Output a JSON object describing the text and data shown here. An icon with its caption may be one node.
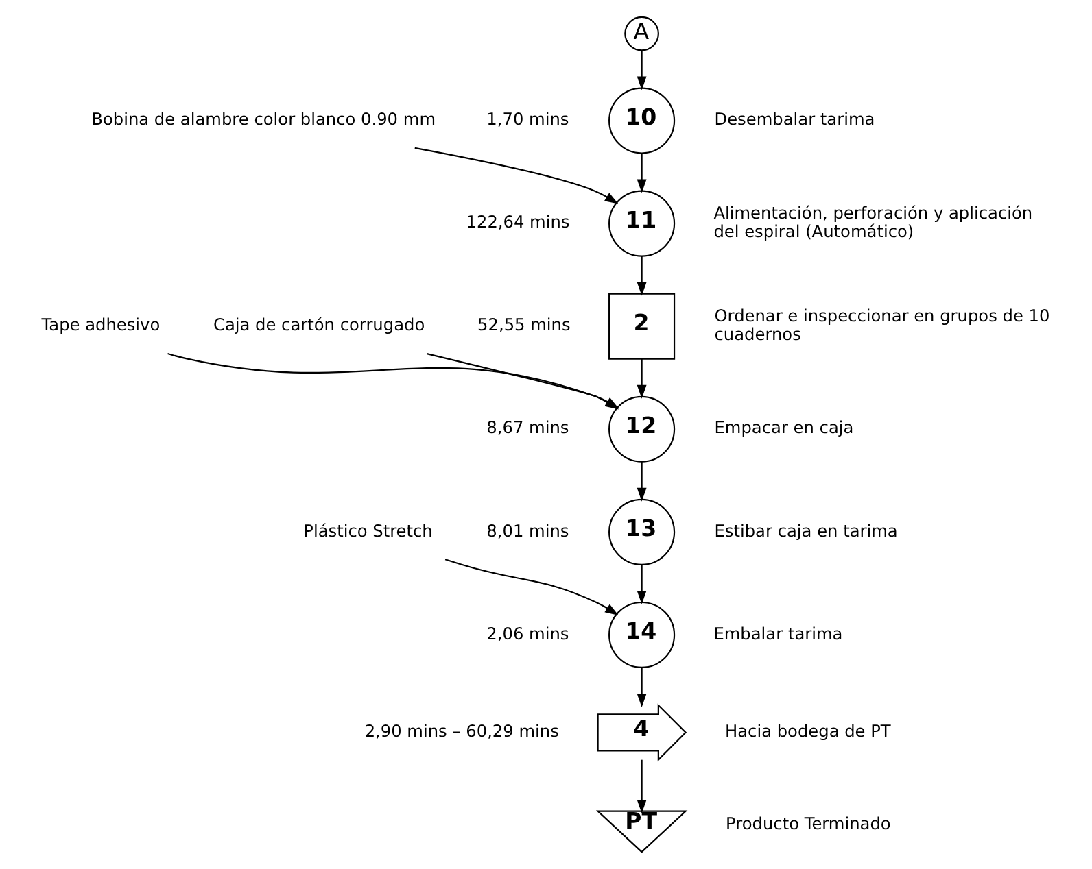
{
  "diagram": {
    "nodes": [
      {
        "text": [
          "A"
        ]
      },
      {
        "text": [
          "10"
        ],
        "beside": [
          "1,70 mins",
          "Desembalar tarima"
        ]
      },
      {
        "text": [
          "Bobina de alambre color blanco 0.90 mm"
        ]
      },
      {
        "text": [
          "11"
        ],
        "beside": [
          "122,64 mins",
          "Alimentación, perforación y aplicación del espiral (Automático)"
        ]
      },
      {
        "text": [
          "2"
        ],
        "beside": [
          "52,55 mins",
          "Ordenar e inspeccionar en grupos de 10 cuadernos"
        ]
      },
      {
        "text": [
          "Tape adhesivo"
        ]
      },
      {
        "text": [
          "Caja de cartón corrugado"
        ]
      },
      {
        "text": [
          "12"
        ],
        "beside": [
          "8,67 mins",
          "Empacar en caja"
        ]
      },
      {
        "text": [
          "13"
        ],
        "beside": [
          "8,01 mins",
          "Estibar caja en tarima"
        ]
      },
      {
        "text": [
          "Plástico Stretch"
        ]
      },
      {
        "text": [
          "14"
        ],
        "beside": [
          "2,06 mins",
          "Embalar tarima"
        ]
      },
      {
        "text": [
          "4"
        ],
        "beside": [
          "2,90 mins – 60,29 mins",
          "Hacia bodega de PT"
        ]
      },
      {
        "text": [
          "PT"
        ],
        "beside": [
          "Producto Terminado"
        ]
      }
    ],
    "edges": [
      {
        "from": 0,
        "to": 1,
        "arrow": "to"
      },
      {
        "from": 1,
        "to": 3,
        "arrow": "to"
      },
      {
        "from": 2,
        "to": 3,
        "arrow": "to"
      },
      {
        "from": 3,
        "to": 4,
        "arrow": "to"
      },
      {
        "from": 4,
        "to": 7,
        "arrow": "to"
      },
      {
        "from": 5,
        "to": 7,
        "arrow": "to"
      },
      {
        "from": 6,
        "to": 7,
        "arrow": "to"
      },
      {
        "from": 7,
        "to": 8,
        "arrow": "to"
      },
      {
        "from": 8,
        "to": 10,
        "arrow": "to"
      },
      {
        "from": 9,
        "to": 10,
        "arrow": "to"
      },
      {
        "from": 10,
        "to": 11,
        "arrow": "to"
      },
      {
        "from": 11,
        "to": 12,
        "arrow": "to"
      }
    ]
  }
}
